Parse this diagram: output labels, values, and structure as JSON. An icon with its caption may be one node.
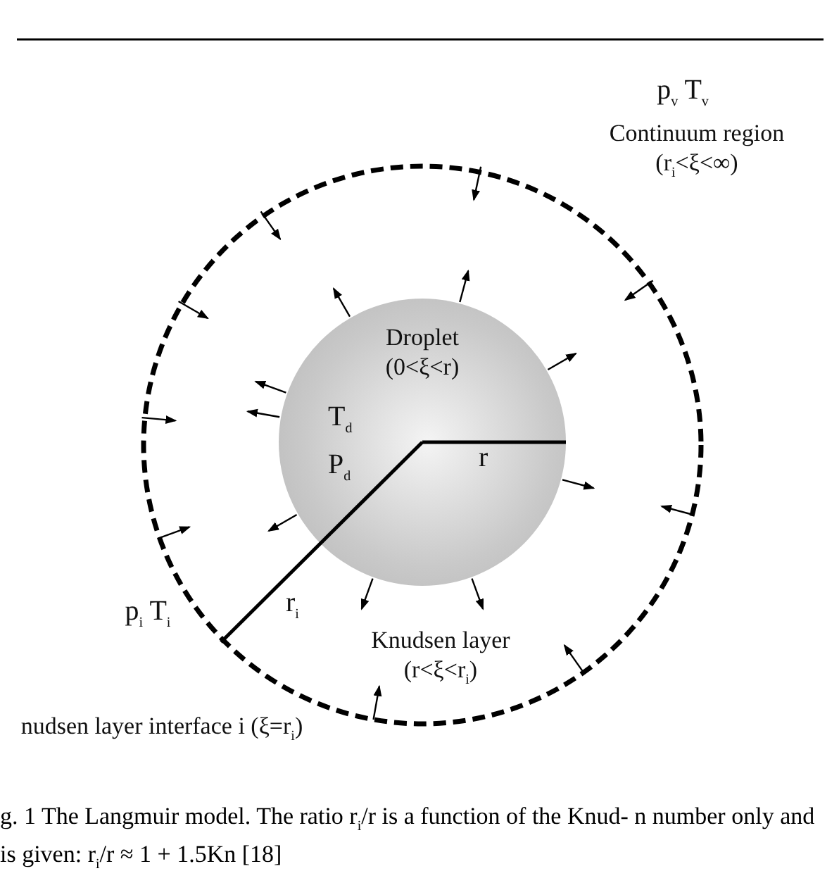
{
  "diagram": {
    "caption": "g. 1 The Langmuir model. The ratio r$_{i}$/r is a function of the Knud- n number only and is given: r$_{i}$/r ≈ 1 + 1.5Kn [18]",
    "nodes": [
      {
        "text": [
          "Knudsen layer (r<ξ<r$_{i}$)"
        ]
      },
      {
        "text": [
          "Droplet (0<ξ<r)",
          "T$_{d}$",
          "P$_{d}$",
          "r"
        ],
        "in": 0
      }
    ],
    "labels": [
      "p$_{v}$ T$_{v}$",
      "Continuum region (r$_{i}$<ξ<∞)",
      "p$_{i}$   T$_{i}$",
      "r$_{i}$",
      "nudsen layer interface i (ξ=r$_{i}$)"
    ]
  }
}
